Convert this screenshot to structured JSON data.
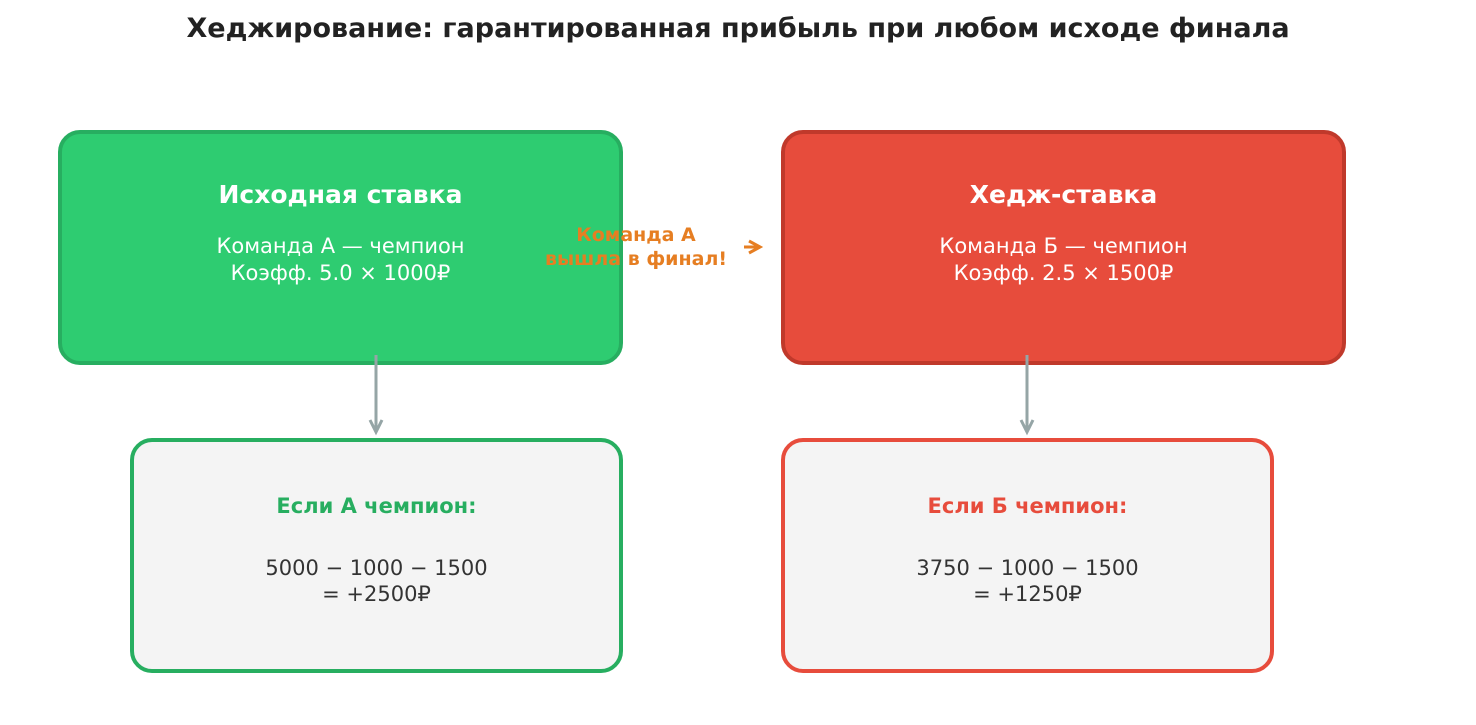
{
  "title": "Хеджирование: гарантированная прибыль при любом исходе финала",
  "colors": {
    "green_fill": "#2ecc71",
    "green_border": "#27ae60",
    "red_fill": "#e74c3c",
    "red_border": "#c0392b",
    "result_fill": "#f4f4f4",
    "arrow_gray": "#95a5a6",
    "trigger_orange": "#e67e22"
  },
  "original_bet": {
    "heading": "Исходная ставка",
    "line1": "Команда А — чемпион",
    "line2": "Коэфф. 5.0 × 1000₽"
  },
  "hedge_bet": {
    "heading": "Хедж-ставка",
    "line1": "Команда Б — чемпион",
    "line2": "Коэфф. 2.5 × 1500₽"
  },
  "trigger": {
    "line1": "Команда А",
    "line2": "вышла в финал!"
  },
  "outcome_a": {
    "heading": "Если А чемпион:",
    "line1": "5000 − 1000 − 1500",
    "line2": "= +2500₽"
  },
  "outcome_b": {
    "heading": "Если Б чемпион:",
    "line1": "3750 − 1000 − 1500",
    "line2": "= +1250₽"
  }
}
